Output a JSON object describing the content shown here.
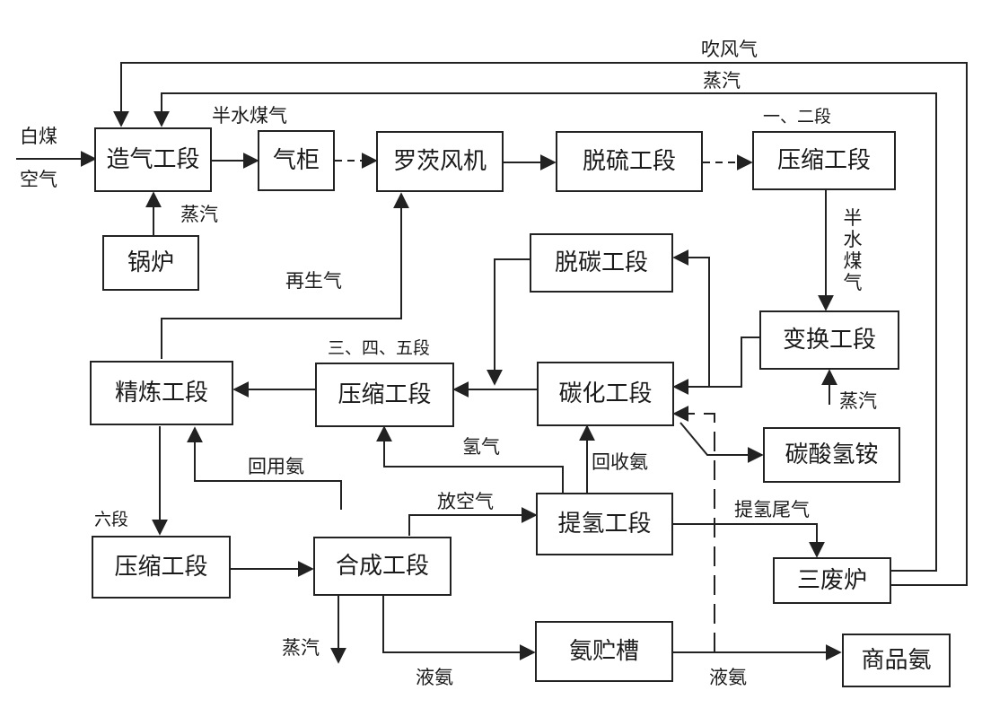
{
  "nodes": {
    "zaoqi": "造气工段",
    "qigui": "气柜",
    "luoci": "罗茨风机",
    "tuoliu": "脱硫工段",
    "yasuo12": "压缩工段",
    "guolu": "锅炉",
    "tuotan": "脱碳工段",
    "bianhuan": "变换工段",
    "jinglian": "精炼工段",
    "yasuo345": "压缩工段",
    "tanhua": "碳化工段",
    "tansuan": "碳酸氢铵",
    "yasuo6": "压缩工段",
    "hecheng": "合成工段",
    "tiqing": "提氢工段",
    "sanfei": "三废炉",
    "anzhucao": "氨贮槽",
    "shangpin": "商品氨"
  },
  "labels": {
    "baimei": "白煤",
    "kongqi": "空气",
    "chuifengqi": "吹风气",
    "zhengqi_top": "蒸汽",
    "banshui_top": "半水煤气",
    "yierduan": "一、二段",
    "zhengqi_boiler": "蒸汽",
    "zaishengqi": "再生气",
    "banshui_vertical": "半水煤气",
    "sansiwu": "三、四、五段",
    "zhengqi_shift": "蒸汽",
    "qingqi": "氢气",
    "huishouan": "回收氨",
    "huiyongan": "回用氨",
    "fangkongqi": "放空气",
    "tiqingweiqi": "提氢尾气",
    "liuduan": "六段",
    "zhengqi_syn": "蒸汽",
    "yean_left": "液氨",
    "yean_right": "液氨"
  }
}
